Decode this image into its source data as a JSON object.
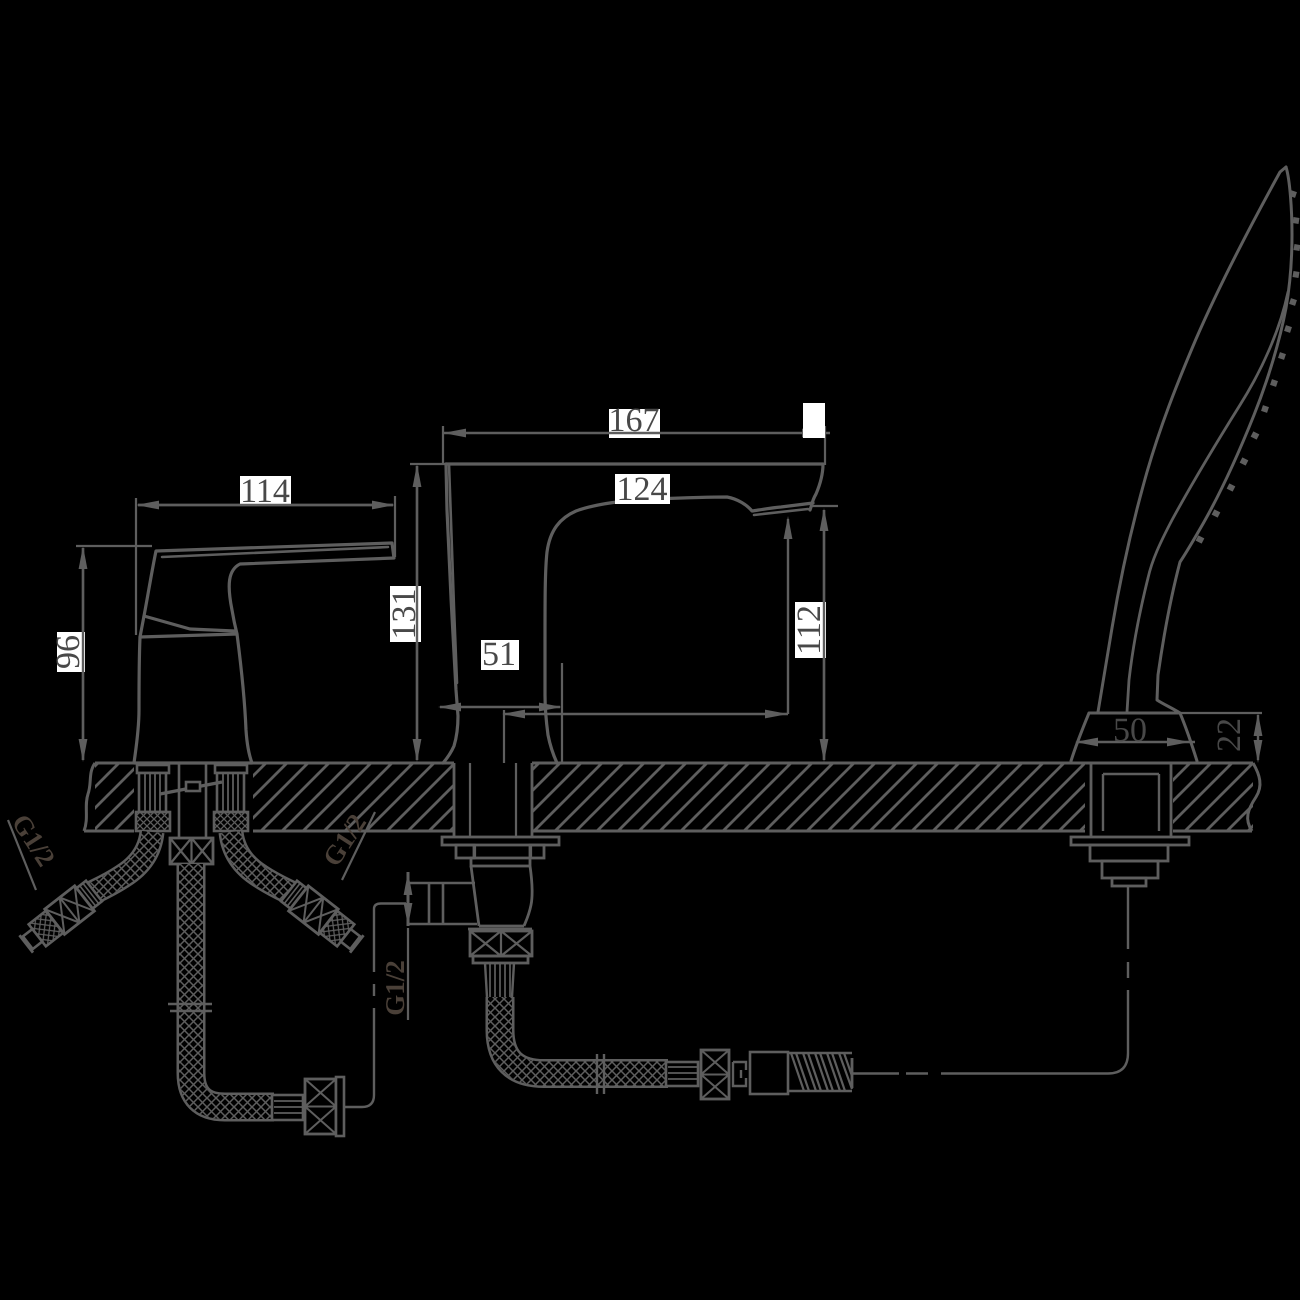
{
  "title": "Deck-mounted bathtub faucet set installation drawing (side view with G1/2 supply connections)",
  "colors": {
    "background": "#000000",
    "line": "#5e5e5e",
    "dim_text": "#484848",
    "label_background": "#ffffff",
    "thread_label_text": "#4a4038"
  },
  "dimensions": {
    "basin_mixer_width": "114",
    "basin_mixer_height": "96",
    "tub_spout_width": "167",
    "tub_spout_reach": "124",
    "tub_spout_height": "131",
    "tub_spout_outlet_height": "112",
    "tub_spout_base_width": "51",
    "hand_shower_base_width": "50",
    "deck_flange_height": "22"
  },
  "thread_labels": {
    "left_supply": "G1/2",
    "right_supply": "G1/2",
    "spout_outlet": "G1/2"
  }
}
